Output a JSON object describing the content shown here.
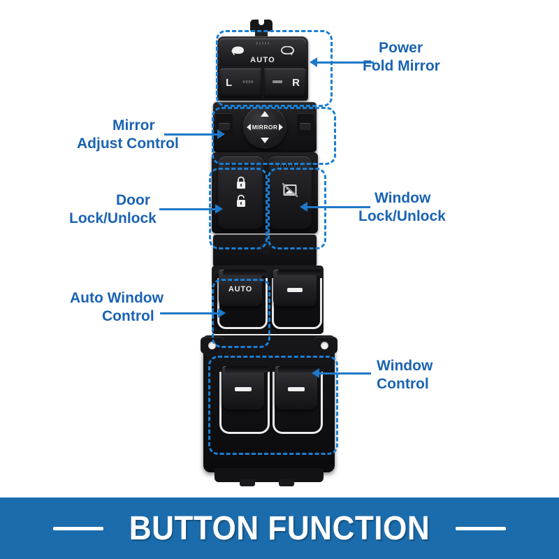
{
  "product": {
    "name": "car-power-window-master-switch",
    "sections": {
      "power_fold_mirror": {
        "auto_label": "AUTO",
        "left_label": "L",
        "right_label": "R",
        "left_mirror_icon": "mirror-left-icon",
        "right_mirror_icon": "mirror-right-icon"
      },
      "mirror_adjust": {
        "knob_label": "MIRROR",
        "up_icon": "arrow-up-icon",
        "down_icon": "arrow-down-icon",
        "left_icon": "arrow-left-icon",
        "right_icon": "arrow-right-icon"
      },
      "door_lock": {
        "lock_icon": "padlock-closed-icon",
        "unlock_icon": "padlock-open-icon"
      },
      "window_lock": {
        "icon": "window-lock-crossed-icon"
      },
      "auto_window": {
        "auto_label": "AUTO"
      }
    }
  },
  "callouts": [
    {
      "id": "power-fold-mirror",
      "line1": "Power",
      "line2": "Fold Mirror",
      "side": "right"
    },
    {
      "id": "mirror-adjust",
      "line1": "Mirror",
      "line2": "Adjust Control",
      "side": "left"
    },
    {
      "id": "door-lock",
      "line1": "Door",
      "line2": "Lock/Unlock",
      "side": "left"
    },
    {
      "id": "window-lock",
      "line1": "Window",
      "line2": "Lock/Unlock",
      "side": "right"
    },
    {
      "id": "auto-window",
      "line1": "Auto Window",
      "line2": "Control",
      "side": "left"
    },
    {
      "id": "window-control",
      "line1": "Window",
      "line2": "Control",
      "side": "right"
    }
  ],
  "banner": {
    "title": "BUTTON FUNCTION"
  },
  "colors": {
    "banner_background": "#1b6cac",
    "label_text": "#1a63b3",
    "dashed_outline": "#1a7fd4",
    "arrow": "#1f78c8",
    "page_background": "#ffffff",
    "chrome": "#e8e8e8"
  }
}
